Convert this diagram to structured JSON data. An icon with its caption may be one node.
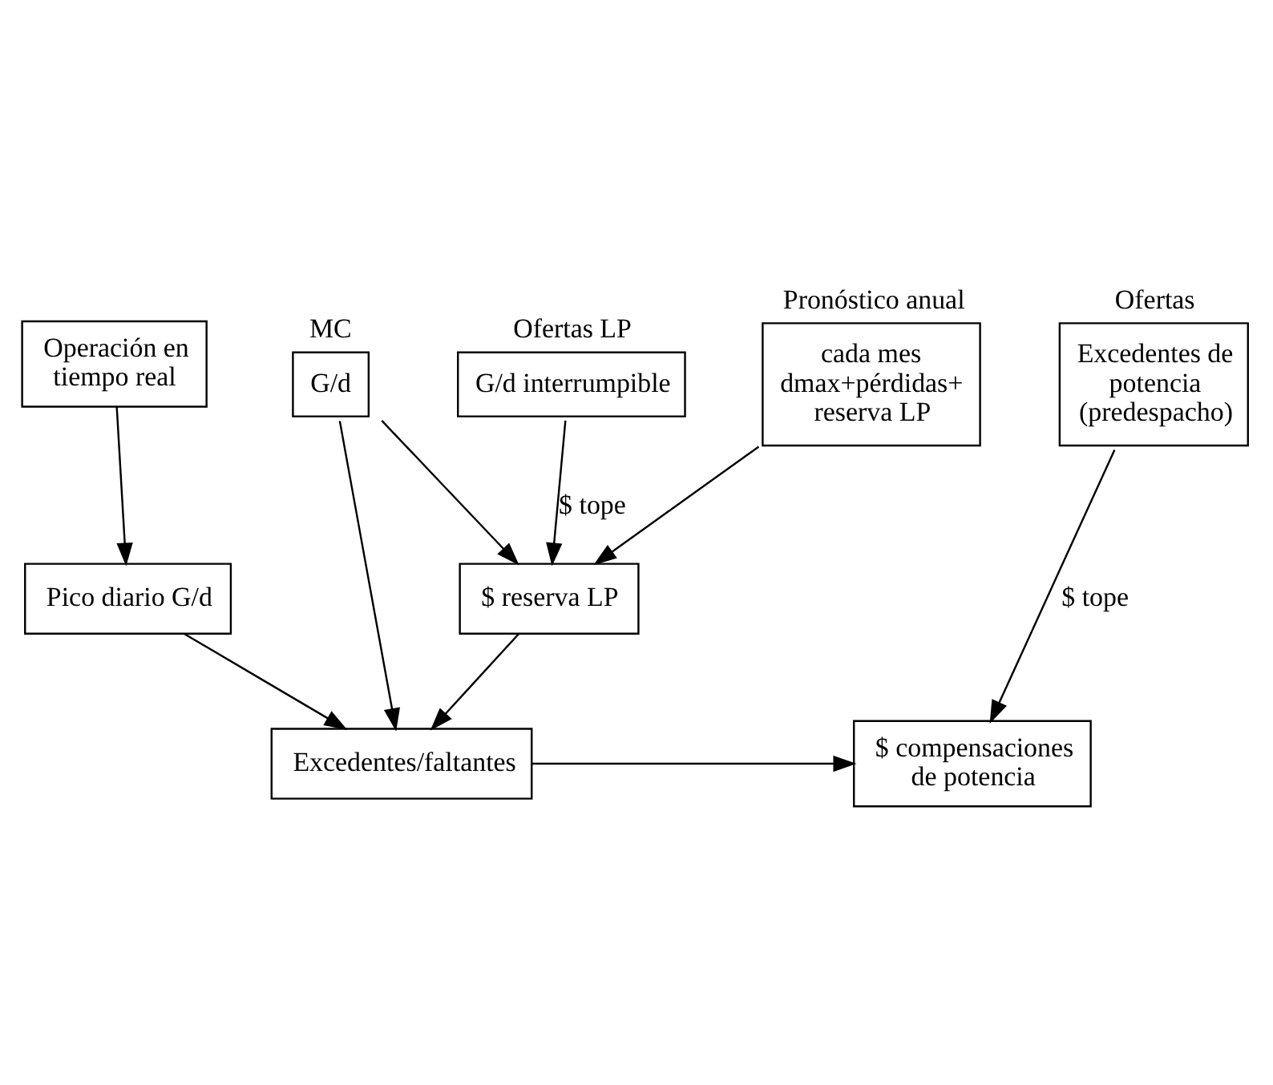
{
  "diagram": {
    "nodes": [
      {
        "text": [
          "MC",
          "G/d"
        ]
      },
      {
        "text": [
          "Pronóstico anual",
          "cada mes dmax+pérdidas+ reserva LP"
        ]
      },
      {
        "text": [
          "Ofertas LP",
          "G/d interrumpible"
        ]
      },
      {
        "text": [
          "Ofertas",
          "Excedentes de potencia (predespacho)"
        ]
      },
      {
        "text": [
          "$ reserva LP"
        ]
      },
      {
        "text": [
          "Operación en tiempo real"
        ]
      },
      {
        "text": [
          "Pico diario G/d"
        ]
      },
      {
        "text": [
          "Excedentes/faltantes"
        ]
      },
      {
        "text": [
          "$ compensaciones de potencia"
        ]
      }
    ],
    "edges": [
      {
        "from": 0,
        "to": 4,
        "arrow": "to"
      },
      {
        "from": 1,
        "to": 4,
        "arrow": "to"
      },
      {
        "from": 2,
        "to": 4,
        "arrow": "to",
        "label": "$ tope"
      },
      {
        "from": 0,
        "to": 7,
        "arrow": "to"
      },
      {
        "from": 4,
        "to": 7,
        "arrow": "to"
      },
      {
        "from": 5,
        "to": 6,
        "arrow": "to"
      },
      {
        "from": 6,
        "to": 7,
        "arrow": "to"
      },
      {
        "from": 3,
        "to": 8,
        "arrow": "to",
        "label": "$ tope"
      },
      {
        "from": 7,
        "to": 8,
        "arrow": "to"
      }
    ]
  }
}
